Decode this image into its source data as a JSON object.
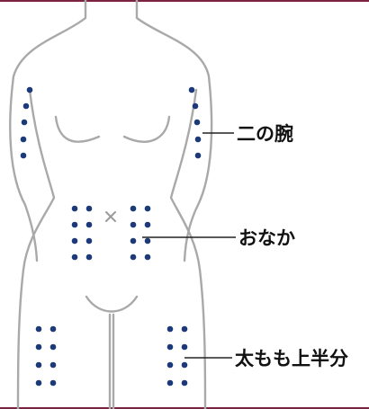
{
  "colors": {
    "top_border": "#7a2240",
    "bottom_border": "#7a2240",
    "body_outline": "#a9a9a9",
    "dot": "#1c3a7a",
    "leader_line": "#222222",
    "navel_mark": "#9a9a9a"
  },
  "labels": {
    "upper_arm": "二の腕",
    "abdomen": "おなか",
    "thigh": "太もも上半分"
  },
  "marks": {
    "navel": "×"
  }
}
